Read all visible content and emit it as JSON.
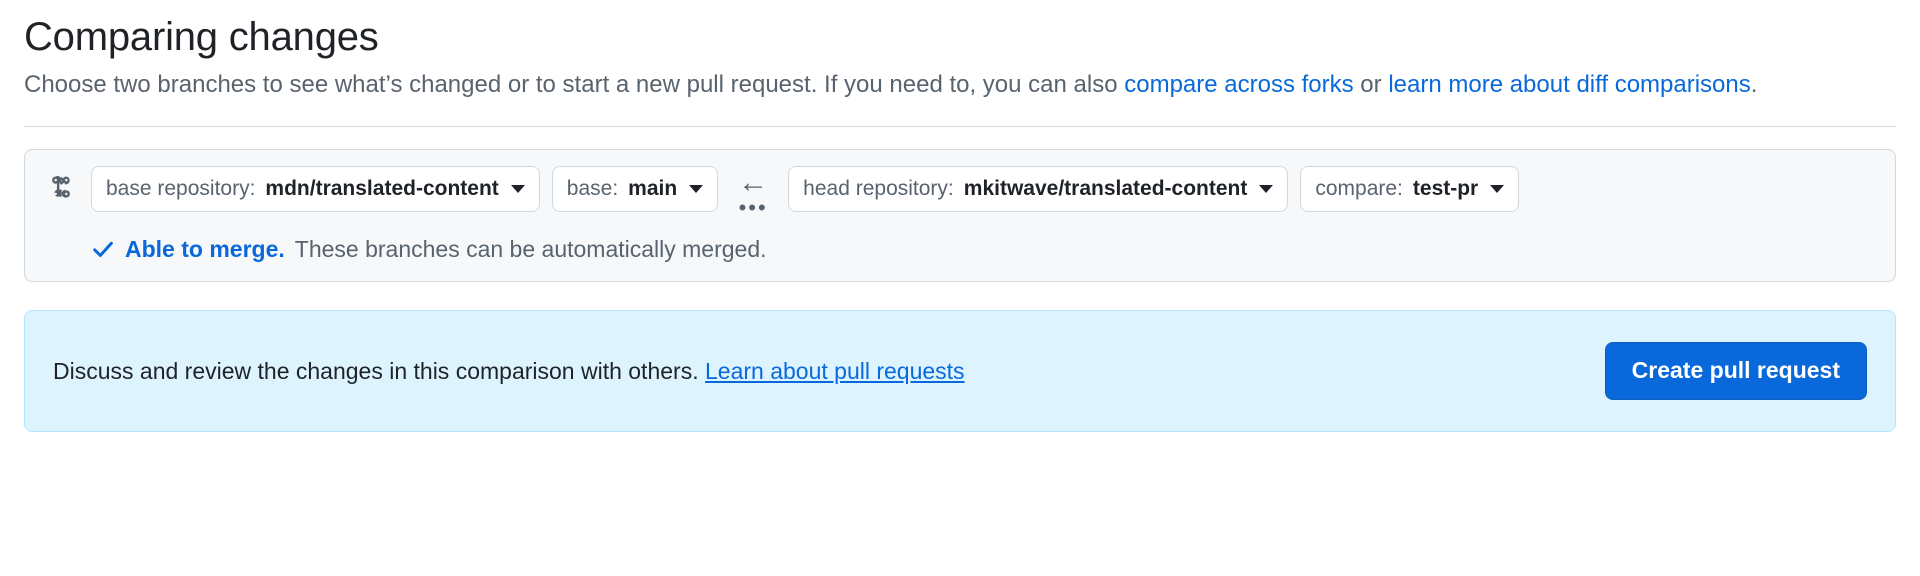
{
  "header": {
    "title": "Comparing changes",
    "description_part1": "Choose two branches to see what’s changed or to start a new pull request. If you need to, you can also ",
    "link_compare_forks": "compare across forks",
    "description_part2": " or ",
    "link_learn_more": "learn more about diff comparisons",
    "description_part3": "."
  },
  "compare": {
    "git_compare_icon": "git-compare-icon",
    "base_repository": {
      "label": "base repository:",
      "value": "mdn/translated-content"
    },
    "base_branch": {
      "label": "base:",
      "value": "main"
    },
    "direction": {
      "arrow": "←",
      "dots": "•••"
    },
    "head_repository": {
      "label": "head repository:",
      "value": "mkitwave/translated-content"
    },
    "compare_branch": {
      "label": "compare:",
      "value": "test-pr"
    },
    "merge_status": {
      "icon": "check-icon",
      "headline": "Able to merge.",
      "detail": "These branches can be automatically merged."
    }
  },
  "info_panel": {
    "text_before_link": "Discuss and review the changes in this comparison with others. ",
    "link_label": "Learn about pull requests",
    "button_label": "Create pull request"
  },
  "colors": {
    "accent_blue": "#0969da",
    "info_panel_bg": "#ddf4ff",
    "info_panel_border": "#b6e3ff",
    "panel_bg": "#f6f8fa",
    "panel_border": "#d1d9e0",
    "text_primary": "#1f2328",
    "text_muted": "#59636e"
  }
}
